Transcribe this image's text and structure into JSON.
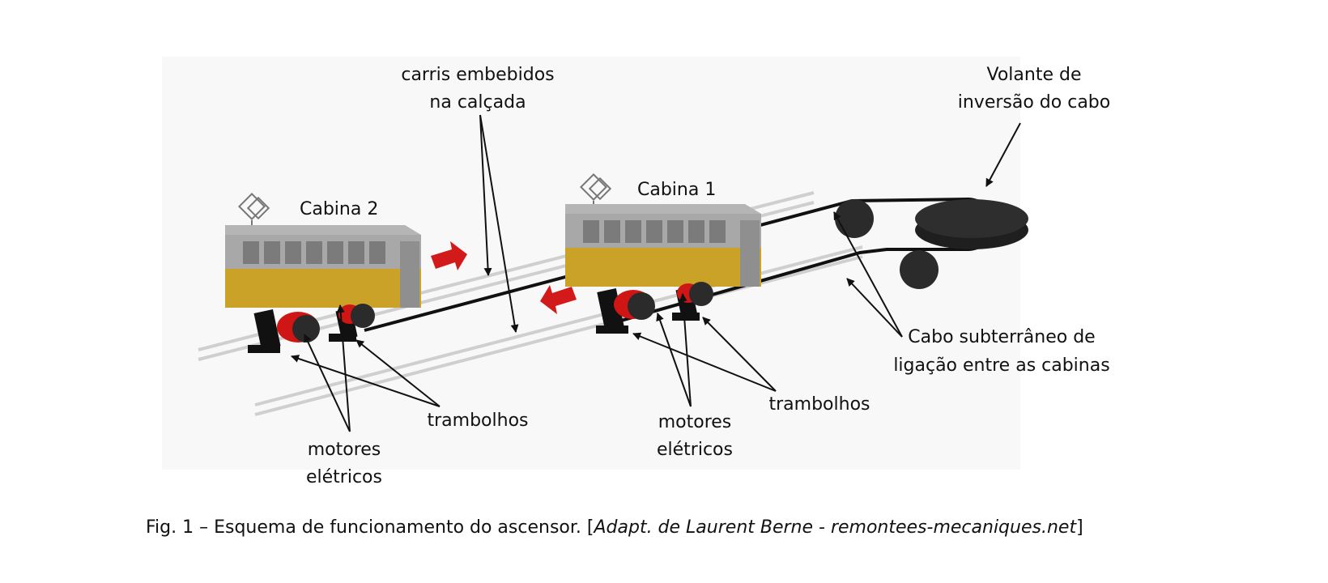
{
  "labels": {
    "carris_line1": "carris embebidos",
    "carris_line2": "na calçada",
    "volante_line1": "Volante de",
    "volante_line2": "inversão do cabo",
    "cabina1": "Cabina 1",
    "cabina2": "Cabina 2",
    "cabo_line1": "Cabo subterrâneo de",
    "cabo_line2": "ligação entre as cabinas",
    "trambolhos_left": "trambolhos",
    "trambolhos_right": "trambolhos",
    "motores_left_line1": "motores",
    "motores_left_line2": "elétricos",
    "motores_right_line1": "motores",
    "motores_right_line2": "elétricos"
  },
  "caption": {
    "prefix": "Fig. 1 – Esquema de funcionamento do ascensor. [",
    "source": "Adapt. de Laurent Berne - remontees-mecaniques.net",
    "suffix": "]"
  },
  "colors": {
    "tram_yellow": "#c9a227",
    "tram_roof": "#a8a8a8",
    "tram_window": "#7b7b7b",
    "tram_grey": "#9a9a9a",
    "motor_red": "#d01515",
    "arrow_red": "#d31a1a",
    "wheel_dark": "#2b2b2b",
    "rail_grey": "#cfcfcf"
  }
}
